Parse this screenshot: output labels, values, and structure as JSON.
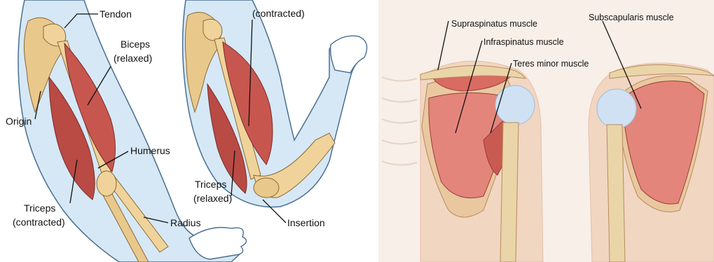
{
  "arm_diagram": {
    "labels": {
      "tendon": "Tendon",
      "biceps_relaxed_1": "Biceps",
      "biceps_relaxed_2": "(relaxed)",
      "biceps_contracted": "(contracted)",
      "origin": "Origin",
      "humerus": "Humerus",
      "triceps_contracted_1": "Triceps",
      "triceps_contracted_2": "(contracted)",
      "radius": "Radius",
      "triceps_relaxed_1": "Triceps",
      "triceps_relaxed_2": "(relaxed)",
      "insertion": "Insertion"
    }
  },
  "shoulder_diagram": {
    "labels": {
      "supraspinatus": "Supraspinatus muscle",
      "infraspinatus": "Infraspinatus muscle",
      "teres_minor": "Teres minor muscle",
      "subscapularis": "Subscapularis muscle"
    }
  },
  "colors": {
    "skin_outline": "#c9dff0",
    "outline_stroke": "#4a6f90",
    "bone": "#e9c88c",
    "muscle": "#c7564f",
    "muscle_light": "#e4938a",
    "shoulder_skin": "#f3d7c3",
    "joint_blue": "#c3daf0"
  }
}
